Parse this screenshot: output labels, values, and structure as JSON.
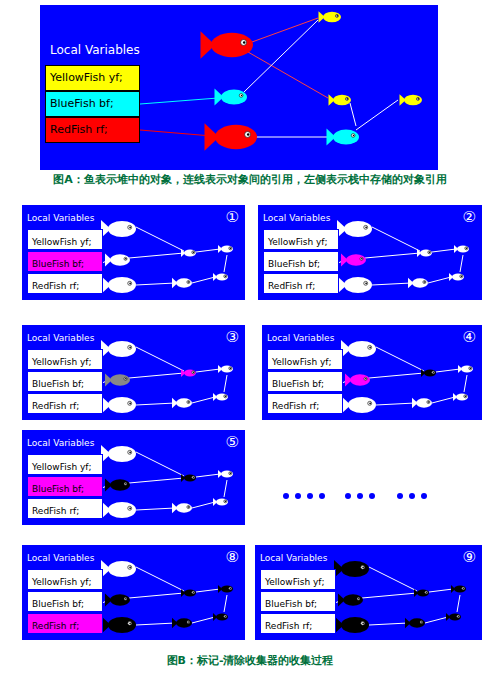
{
  "diagram": {
    "nodes": [
      {
        "text": [
          "Local Variables"
        ]
      },
      {
        "text": [
          "YellowFish yf;"
        ],
        "in": 0
      },
      {
        "text": [
          "BlueFish bf;"
        ],
        "in": 0
      },
      {
        "text": [
          "RedFish rf;"
        ],
        "in": 0
      },
      {
        "text": [
          "Local Variables",
          "①"
        ]
      },
      {
        "text": [
          "YellowFish yf;"
        ],
        "in": 4
      },
      {
        "text": [
          "BlueFish bf;"
        ],
        "in": 4
      },
      {
        "text": [
          "RedFish rf;"
        ],
        "in": 4
      },
      {
        "text": [
          "Local Variables",
          "②"
        ]
      },
      {
        "text": [
          "YellowFish yf;"
        ],
        "in": 8
      },
      {
        "text": [
          "BlueFish bf;"
        ],
        "in": 8
      },
      {
        "text": [
          "RedFish rf;"
        ],
        "in": 8
      },
      {
        "text": [
          "Local Variables",
          "③"
        ]
      },
      {
        "text": [
          "YellowFish yf;"
        ],
        "in": 12
      },
      {
        "text": [
          "BlueFish bf;"
        ],
        "in": 12
      },
      {
        "text": [
          "RedFish rf;"
        ],
        "in": 12
      },
      {
        "text": [
          "Local Variables",
          "④"
        ]
      },
      {
        "text": [
          "YellowFish yf;"
        ],
        "in": 16
      },
      {
        "text": [
          "BlueFish bf;"
        ],
        "in": 16
      },
      {
        "text": [
          "RedFish rf;"
        ],
        "in": 16
      },
      {
        "text": [
          "Local Variables",
          "⑤"
        ]
      },
      {
        "text": [
          "YellowFish yf;"
        ],
        "in": 20
      },
      {
        "text": [
          "BlueFish bf;"
        ],
        "in": 20
      },
      {
        "text": [
          "RedFish rf;"
        ],
        "in": 20
      },
      {
        "text": [
          "Local Variables",
          "⑧"
        ]
      },
      {
        "text": [
          "YellowFish yf;"
        ],
        "in": 24
      },
      {
        "text": [
          "BlueFish bf;"
        ],
        "in": 24
      },
      {
        "text": [
          "RedFish rf;"
        ],
        "in": 24
      },
      {
        "text": [
          "Local Variables",
          "⑨"
        ]
      },
      {
        "text": [
          "YellowFish yf;"
        ],
        "in": 28
      },
      {
        "text": [
          "BlueFish bf;"
        ],
        "in": 28
      },
      {
        "text": [
          "RedFish rf;"
        ],
        "in": 28
      }
    ],
    "labels": [
      "图A：鱼表示堆中的对象，连线表示对象间的引用，左侧表示栈中存储的对象引用",
      "图B：标记-清除收集器的收集过程"
    ]
  }
}
